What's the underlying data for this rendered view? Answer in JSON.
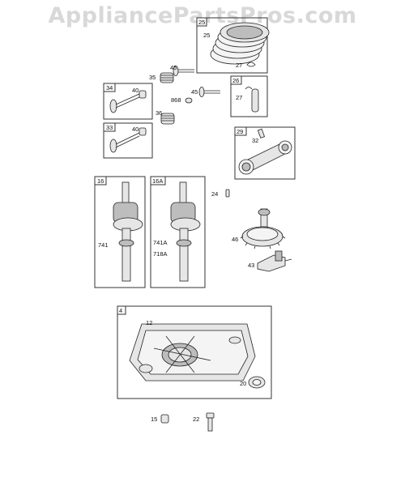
{
  "watermark": "AppliancePartsPros.com",
  "boxes": {
    "piston": "25",
    "valve_intake": "34",
    "valve_exhaust": "33",
    "pin": "26",
    "rod": "29",
    "crank_a": "16",
    "crank_b": "16A",
    "sump": "4"
  },
  "labels": {
    "p25": "25",
    "p27a": "27",
    "p45a": "45",
    "p35": "35",
    "p40a": "40",
    "p868": "868",
    "p45b": "45",
    "p36": "36",
    "p40b": "40",
    "p27b": "27",
    "p32": "32",
    "p24": "24",
    "p741": "741",
    "p741a": "741A",
    "p718a": "718A",
    "p46": "46",
    "p43": "43",
    "p12": "12",
    "p20": "20",
    "p15": "15",
    "p22": "22"
  },
  "icons": [
    "piston-rings",
    "valve",
    "valve-spring",
    "retainer",
    "piston-pin",
    "connecting-rod",
    "crankshaft",
    "dowel-pin",
    "governor-gear",
    "governor-crank",
    "oil-sump",
    "oil-seal",
    "plug",
    "bolt"
  ]
}
